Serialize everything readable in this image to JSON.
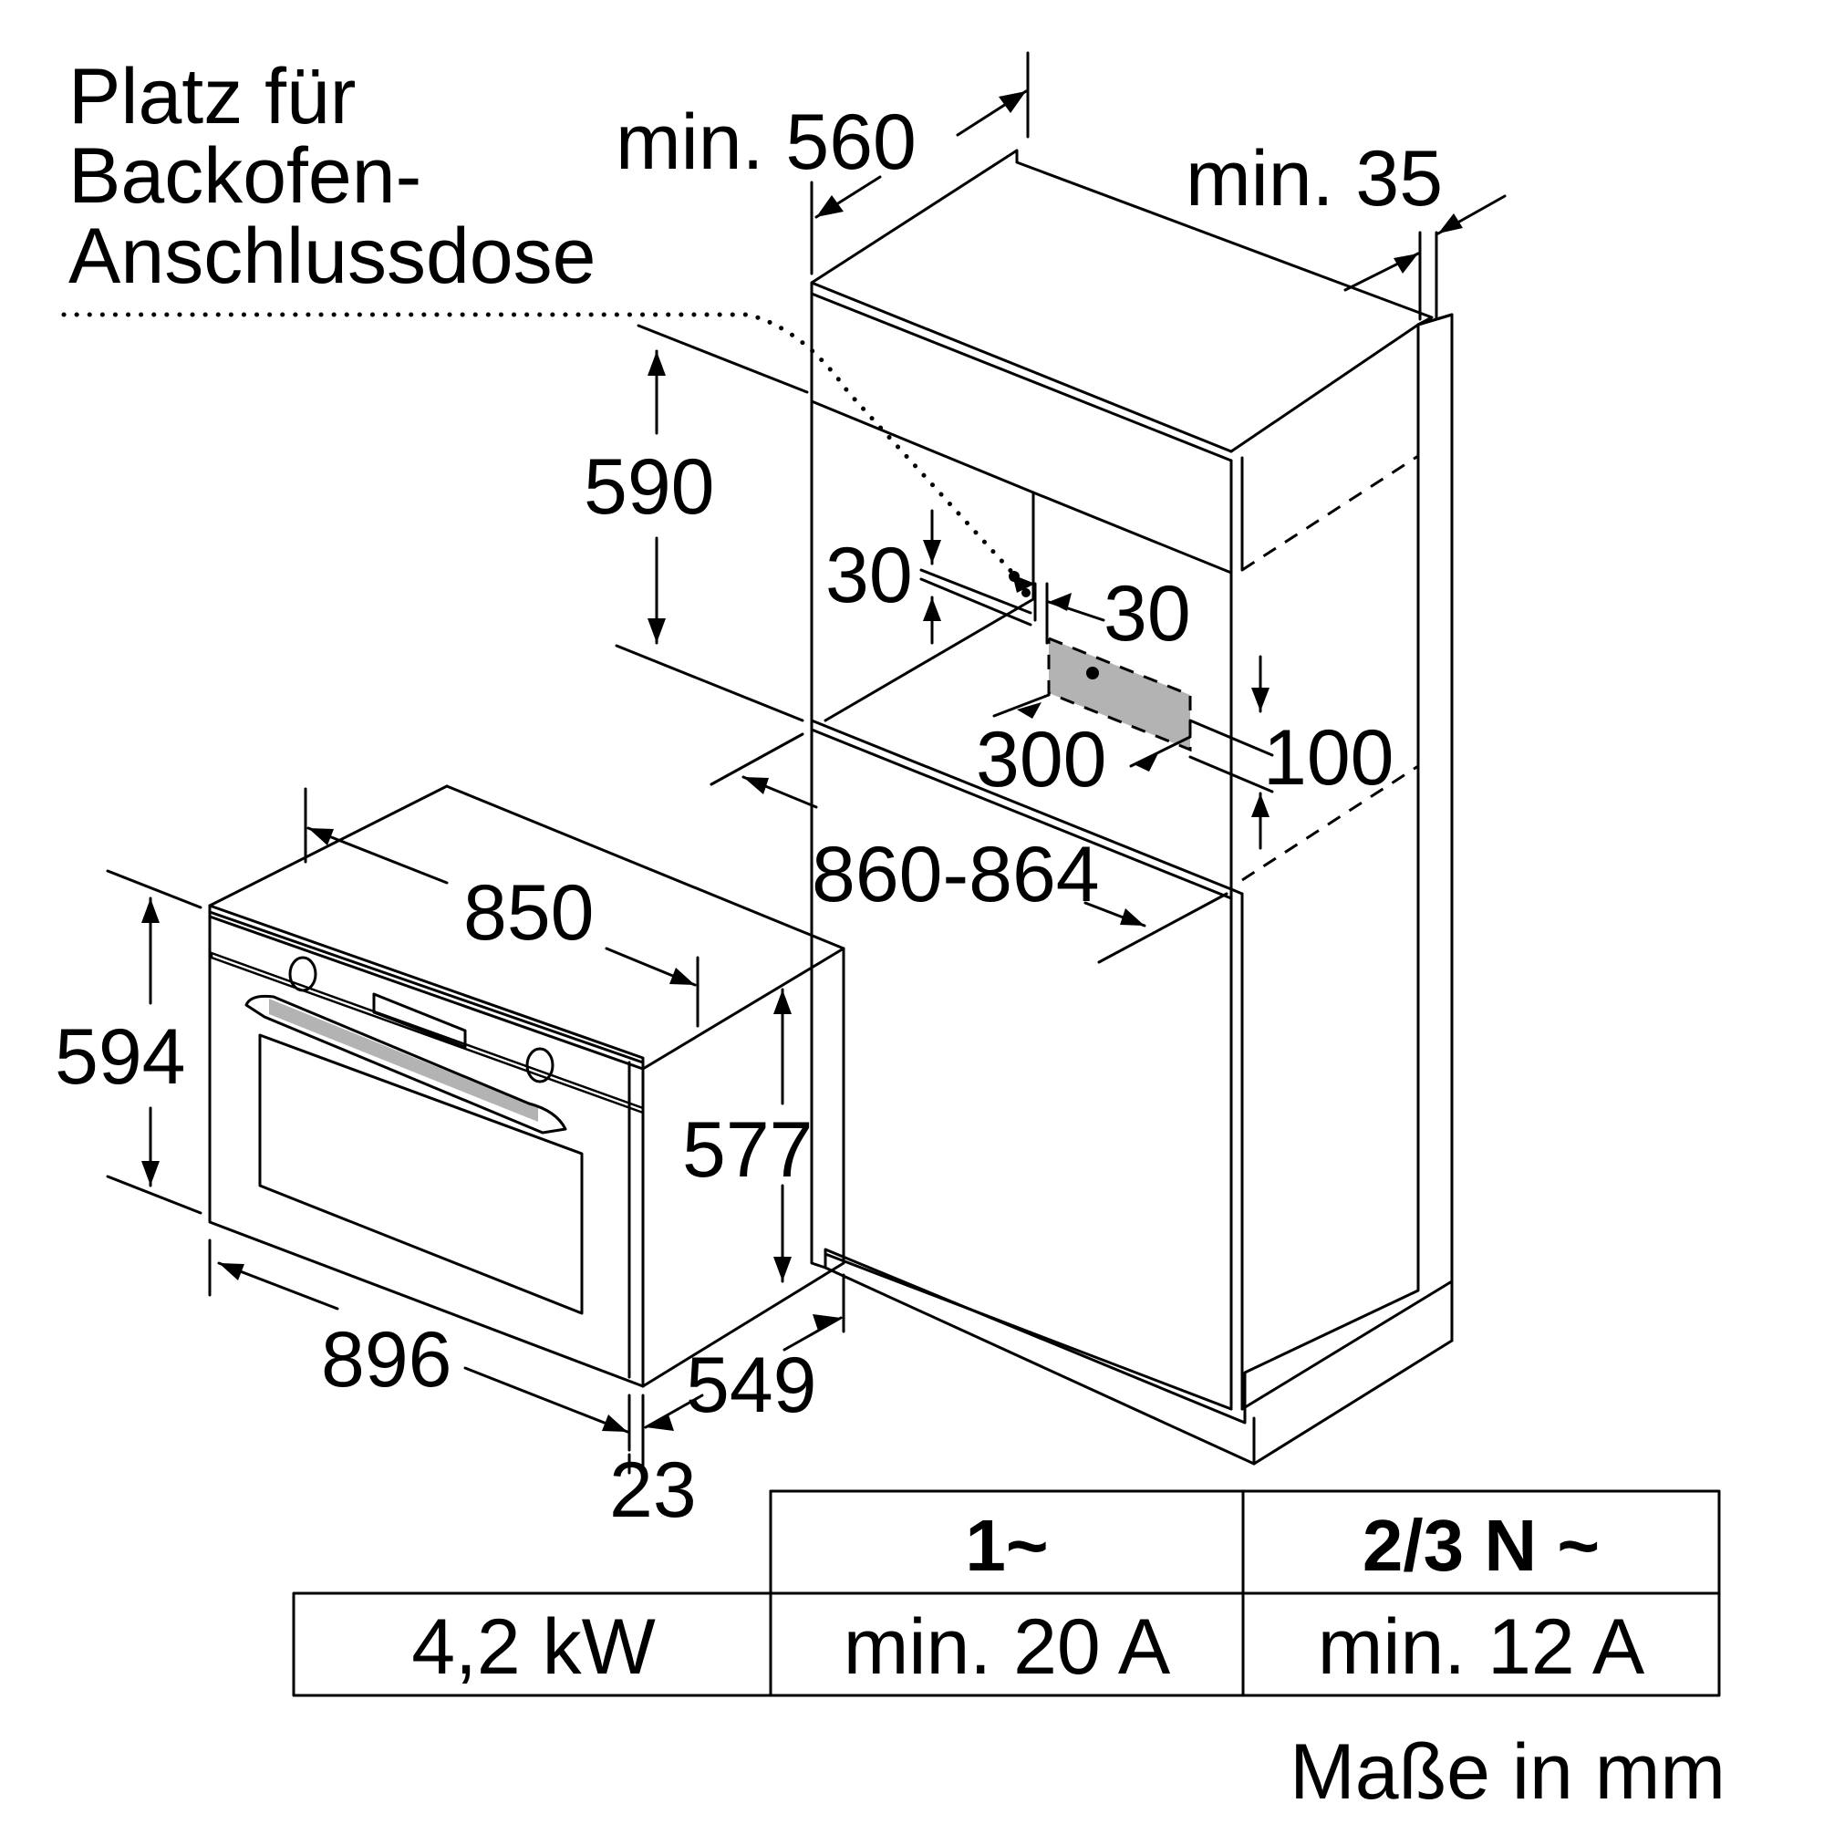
{
  "socket_label": {
    "line1": "Platz für",
    "line2": "Backofen-",
    "line3": "Anschlussdose"
  },
  "dimensions": {
    "min_560": "min. 560",
    "min_35": "min. 35",
    "d590": "590",
    "d30_left": "30",
    "d30_right": "30",
    "d300": "300",
    "d100": "100",
    "d860_864": "860-864",
    "d850": "850",
    "d594": "594",
    "d577": "577",
    "d896": "896",
    "d549": "549",
    "d23": "23"
  },
  "table": {
    "header_col2": "1~",
    "header_col3": "2/3 N ~",
    "row_power": "4,2 kW",
    "row_col2": "min. 20 A",
    "row_col3": "min. 12 A"
  },
  "units_note": "Maße in mm"
}
